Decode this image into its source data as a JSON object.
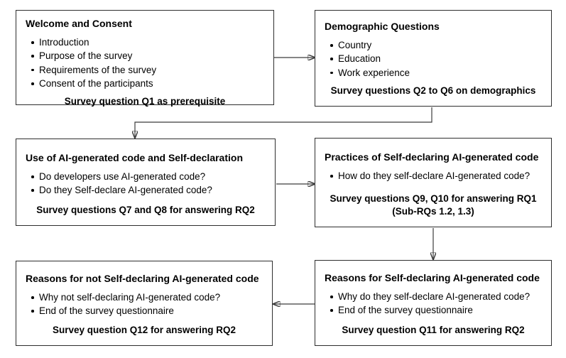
{
  "diagram": {
    "colors": {
      "background": "#ffffff",
      "box_border": "#2e2e2e",
      "text": "#000000",
      "arrow": "#3c3c3c"
    },
    "boxes": [
      {
        "id": "welcome-consent",
        "title": "Welcome and Consent",
        "bullets": [
          "Introduction",
          "Purpose of the survey",
          "Requirements of the survey",
          "Consent of the participants"
        ],
        "footer": "Survey question Q1 as prerequisite"
      },
      {
        "id": "demographic-questions",
        "title": "Demographic Questions",
        "bullets": [
          "Country",
          "Education",
          "Work experience"
        ],
        "footer": "Survey questions Q2 to Q6 on demographics"
      },
      {
        "id": "use-and-self-declaration",
        "title": "Use of AI-generated code and Self-declaration",
        "bullets": [
          "Do developers use AI-generated code?",
          "Do they Self-declare AI-generated code?"
        ],
        "footer": "Survey questions Q7 and Q8 for answering RQ2"
      },
      {
        "id": "practices-of-self-declaring",
        "title": "Practices of Self-declaring AI-generated code",
        "bullets": [
          "How do they self-declare AI-generated code?"
        ],
        "footer": "Survey questions Q9, Q10 for answering RQ1 (Sub-RQs 1.2, 1.3)"
      },
      {
        "id": "reasons-for-not-self-declaring",
        "title": "Reasons for not Self-declaring AI-generated code",
        "bullets": [
          "Why not self-declaring AI-generated code?",
          "End of the survey questionnaire"
        ],
        "footer": "Survey question Q12 for answering RQ2"
      },
      {
        "id": "reasons-for-self-declaring",
        "title": "Reasons for Self-declaring AI-generated code",
        "bullets": [
          "Why do they self-declare AI-generated code?",
          "End of the survey questionnaire"
        ],
        "footer": "Survey question Q11 for answering RQ2"
      }
    ]
  }
}
